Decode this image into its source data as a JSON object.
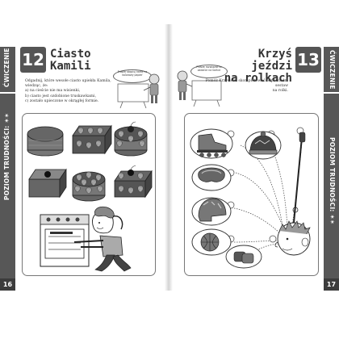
{
  "left_page": {
    "side_label": "ĆWICZENIE",
    "difficulty_label": "POZIOM TRUDNOŚCI: ✶✶",
    "page_number": "16",
    "exercise_number": "12",
    "title_line1": "Ciasto",
    "title_line2": "Kamili",
    "instructions": [
      "Odgadnij, które wesołe ciasto upiekła Kamila,",
      "wiedząc, że:",
      "a) na cieście nie ma wisienki,",
      "b) ciasto jest ozdobione truskawkami,",
      "c) zostało upieczone w okrągłej formie."
    ],
    "bubble_text": "Proszę skopiuj kartę na kolorowy papier"
  },
  "right_page": {
    "side_label": "ĆWICZENIE",
    "difficulty_label": "POZIOM TRUDNOŚCI: ✶✶",
    "page_number": "17",
    "exercise_number": "13",
    "title_line1": "Krzyś jeździ",
    "title_line2": "na rolkach",
    "instructions": [
      "Pomóż Krzysiowi skompletować odpowiedni sestaw",
      "na rolki."
    ],
    "bubble_text": "Proszę rozwiązać to zadanie na kartce"
  },
  "colors": {
    "sidebar": "#575757",
    "number_box": "#555555",
    "page_number_bg": "#3c3c3c"
  }
}
